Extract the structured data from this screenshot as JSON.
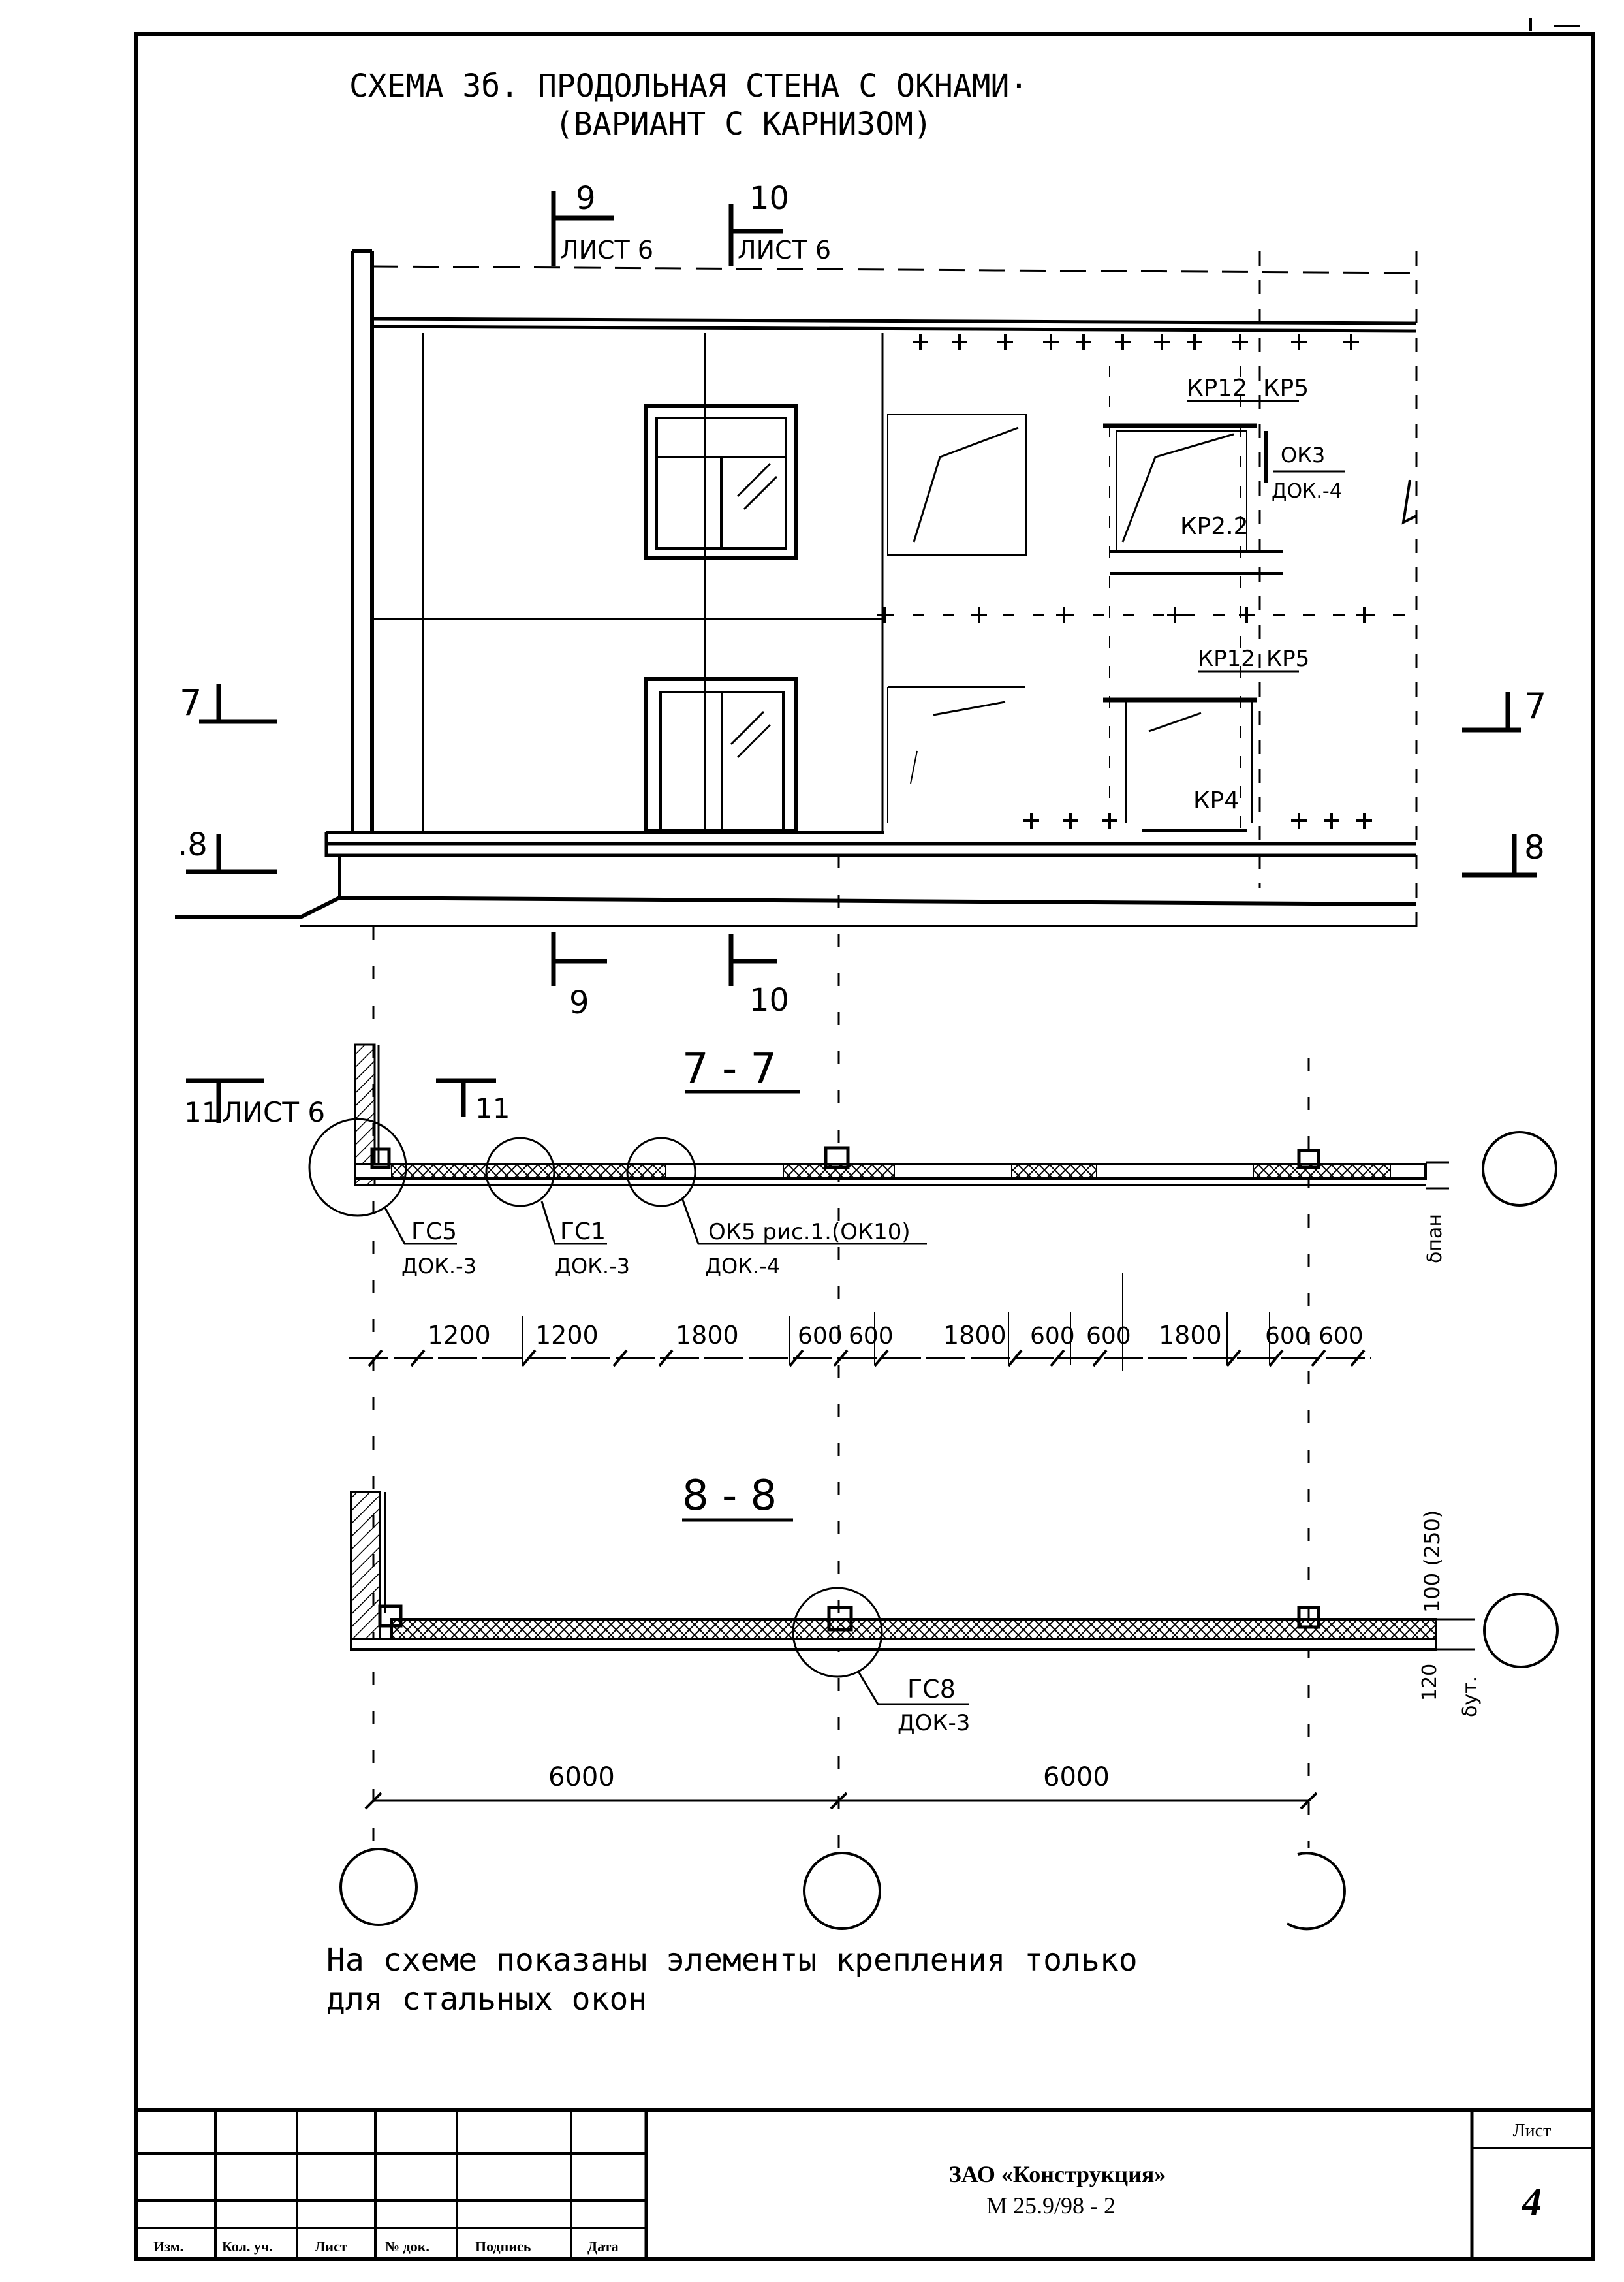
{
  "title": {
    "line1": "СХЕМА 3б. ПРОДОЛЬНАЯ СТЕНА С ОКНАМИ·",
    "line2": "(ВАРИАНТ С КАРНИЗОМ)"
  },
  "elevation": {
    "section_9_num": "9",
    "section_9_sheet": "ЛИСТ 6",
    "section_10_num": "10",
    "section_10_sheet": "ЛИСТ 6",
    "kp12_top": "КР12",
    "kp5_top": "КР5",
    "ok3": "ОК3",
    "ok3_doc": "ДОК.-4",
    "kp22": "КР2.2",
    "kp12_mid": "КР12",
    "kp5_mid": "КР5",
    "kp4": "КР4",
    "cut_7_left": "7",
    "cut_7_right": "7",
    "cut_8_left": ".8",
    "cut_8_right": "8",
    "bottom_9": "9",
    "bottom_10": "10"
  },
  "plan_77": {
    "title": "7 - 7",
    "mark_11_left": "11",
    "mark_11_sheet": "ЛИСТ 6",
    "mark_11_right": "11",
    "gc5": "ГС5",
    "gc5_doc": "ДОК.-3",
    "gc1": "ГС1",
    "gc1_doc": "ДОК.-3",
    "ok5": "ОК5 рис.1.(ОК10)",
    "ok5_doc": "ДОК.-4",
    "dim_right": "δпан",
    "dims": [
      "1200",
      "1200",
      "1800",
      "600",
      "600",
      "1800",
      "600",
      "600",
      "1800",
      "600",
      "600"
    ]
  },
  "plan_88": {
    "title": "8 - 8",
    "gc8": "ГС8",
    "gc8_doc": "ДОК-3",
    "dim_250": "100 (250)",
    "dim_120": "120",
    "dim_du": "δут.",
    "span1": "6000",
    "span2": "6000"
  },
  "note": {
    "line1": "На схеме показаны элементы крепления только",
    "line2": "для стальных окон"
  },
  "title_block": {
    "org": "ЗАО «Конструкция»",
    "doc": "М 25.9/98 - 2",
    "sheet_label": "Лист",
    "sheet_num": "4",
    "cols": [
      "Изм.",
      "Кол. уч.",
      "Лист",
      "№ док.",
      "Подпись",
      "Дата"
    ]
  }
}
